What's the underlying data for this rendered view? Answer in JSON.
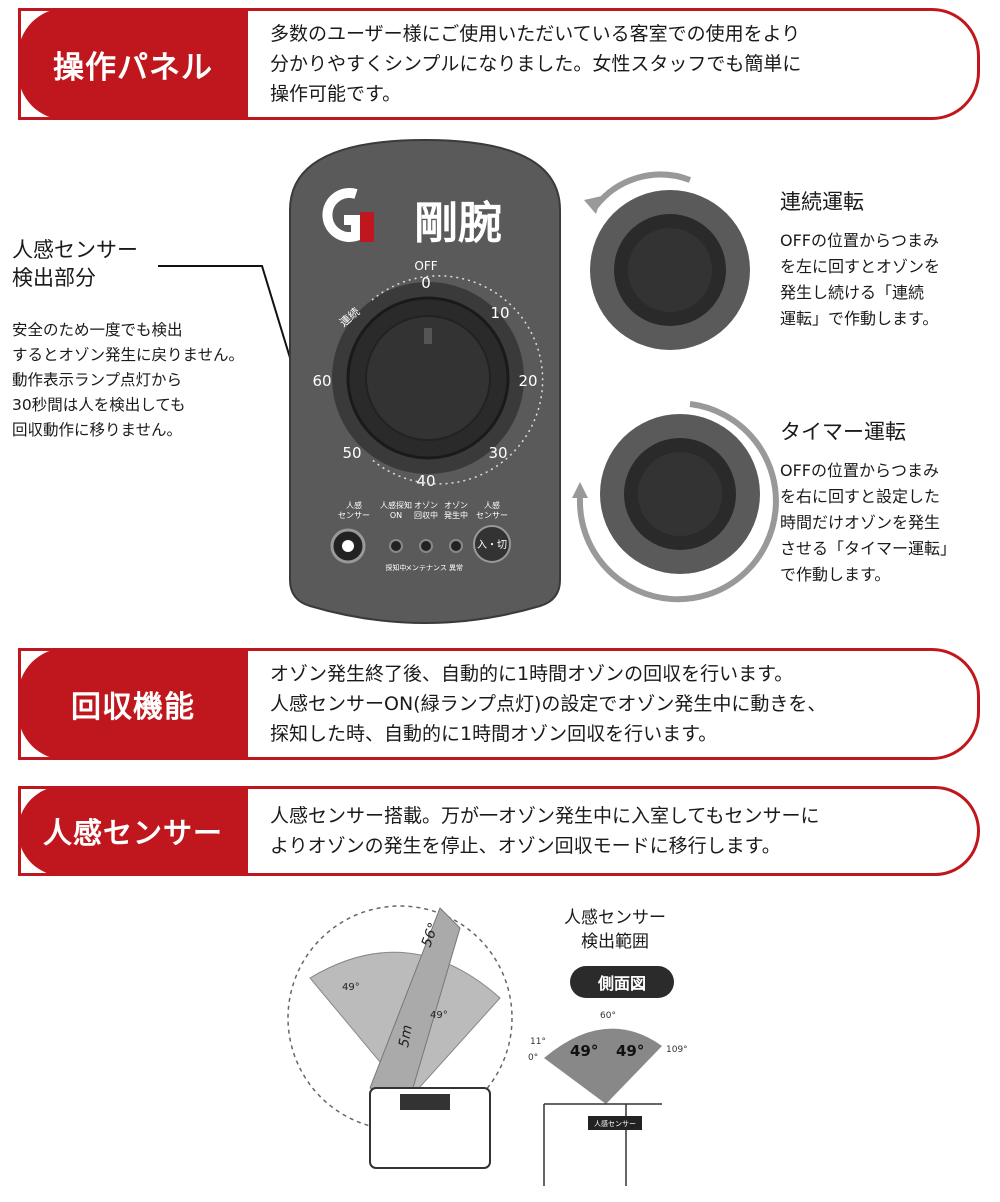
{
  "sections": [
    {
      "label": "操作パネル",
      "text": "多数のユーザー様にご使用いただいている客室での使用をより\n分かりやすくシンプルになりました。女性スタッフでも簡単に\n操作可能です。"
    },
    {
      "label": "回収機能",
      "text": "オゾン発生終了後、自動的に1時間オゾンの回収を行います。\n人感センサーON(緑ランプ点灯)の設定でオゾン発生中に動きを、\n探知した時、自動的に1時間オゾン回収を行います。"
    },
    {
      "label": "人感センサー",
      "text": "人感センサー搭載。万が一オゾン発生中に入室してもセンサーに\nよりオゾンの発生を停止、オゾン回収モードに移行します。"
    }
  ],
  "panel": {
    "brand": "剛腕",
    "dial_off": "OFF",
    "dial_marks": [
      "0",
      "10",
      "20",
      "30",
      "40",
      "50",
      "60"
    ],
    "dial_continuous": "連続",
    "indicators": {
      "sensor": "人感\nセンサー",
      "detect": "人感探知\nON",
      "ozone_recover": "オゾン\n回収中",
      "ozone_generate": "オゾン\n発生中",
      "sensor_btn": "人感\nセンサー"
    },
    "bottom_labels": [
      "探知中",
      "メンテナンス",
      "異常"
    ],
    "power_button": "入・切"
  },
  "sensor_note": {
    "title": "人感センサー\n検出部分",
    "body": "安全のため一度でも検出\nするとオゾン発生に戻りません。\n動作表示ランプ点灯から\n30秒間は人を検出しても\n回収動作に移りません。"
  },
  "modes": [
    {
      "title": "連続運転",
      "body": "OFFの位置からつまみ\nを左に回すとオゾンを\n発生し続ける「連続\n運転」で作動します。"
    },
    {
      "title": "タイマー運転",
      "body": "OFFの位置からつまみ\nを右に回すと設定した\n時間だけオゾンを発生\nさせる「タイマー運転」\nで作動します。"
    }
  ],
  "range_3d": {
    "angle_vertical": "56°",
    "angle_horizontal": "49°",
    "angle_left": "49°",
    "distance": "5m"
  },
  "range_side": {
    "title": "人感センサー\n検出範囲",
    "view": "側面図",
    "angle_left": "49°",
    "angle_right": "49°",
    "tick_top": "60°",
    "tick_left_11": "11°",
    "tick_left_0": "0°",
    "tick_right": "109°",
    "sensor_tag": "人感センサー"
  },
  "colors": {
    "brand_red": "#c0161d",
    "panel_gray": "#5a5a5a",
    "dial_dark": "#2a2a2a"
  }
}
